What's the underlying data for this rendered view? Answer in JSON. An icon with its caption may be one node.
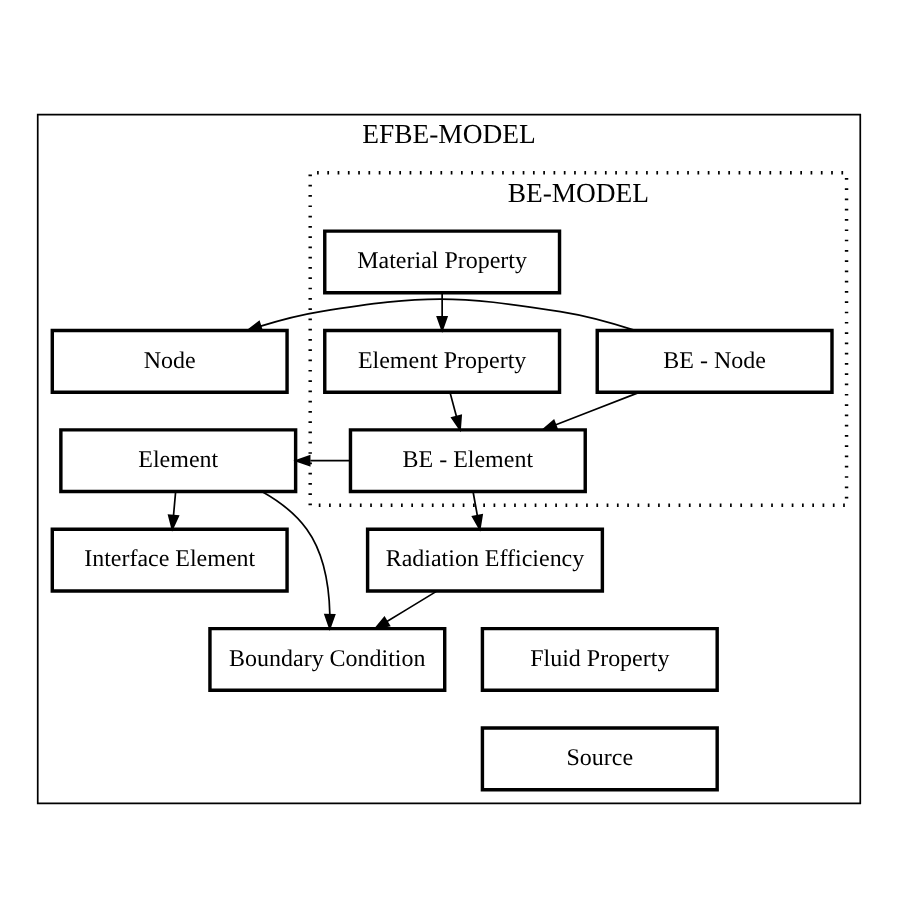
{
  "diagram": {
    "nodes": [
      {
        "text": [
          "EFBE-MODEL"
        ]
      },
      {
        "text": [
          "BE-MODEL"
        ],
        "in": 0
      },
      {
        "text": [
          "BE - Node"
        ],
        "in": 1
      },
      {
        "text": [
          "BE - Element"
        ],
        "in": 1
      },
      {
        "text": [
          "Element Property"
        ],
        "in": 1
      },
      {
        "text": [
          "Material Property"
        ],
        "in": 1
      },
      {
        "text": [
          "Node"
        ],
        "in": 0
      },
      {
        "text": [
          "Element"
        ],
        "in": 0
      },
      {
        "text": [
          "Interface Element"
        ],
        "in": 0
      },
      {
        "text": [
          "Boundary Condition"
        ],
        "in": 0
      },
      {
        "text": [
          "Radiation Efficiency"
        ],
        "in": 0
      },
      {
        "text": [
          "Fluid Property"
        ],
        "in": 0
      },
      {
        "text": [
          "Source"
        ],
        "in": 0
      }
    ],
    "edges": [
      {
        "from": 2,
        "to": 6,
        "arrow": "to"
      },
      {
        "from": 2,
        "to": 3,
        "arrow": "to"
      },
      {
        "from": 3,
        "to": 7,
        "arrow": "to"
      },
      {
        "from": 3,
        "to": 10,
        "arrow": "to"
      },
      {
        "from": 4,
        "to": 3,
        "arrow": "to"
      },
      {
        "from": 5,
        "to": 4,
        "arrow": "to"
      },
      {
        "from": 7,
        "to": 8,
        "arrow": "to"
      },
      {
        "from": 7,
        "to": 9,
        "arrow": "to"
      },
      {
        "from": 10,
        "to": 9,
        "arrow": "to"
      }
    ]
  }
}
